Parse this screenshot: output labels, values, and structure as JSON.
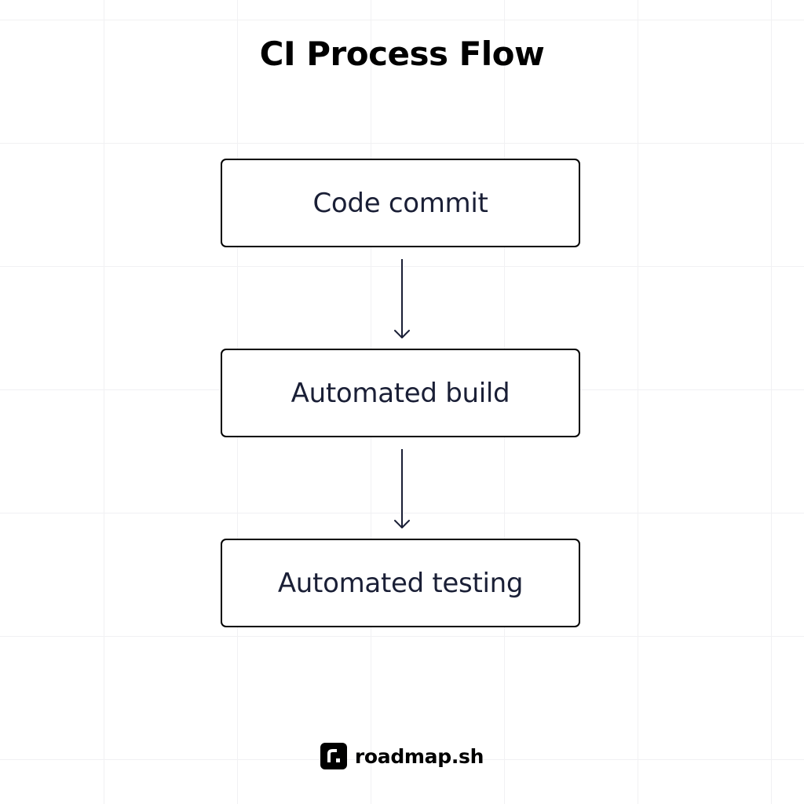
{
  "title": "CI Process Flow",
  "steps": [
    {
      "label": "Code commit"
    },
    {
      "label": "Automated build"
    },
    {
      "label": "Automated testing"
    }
  ],
  "connectors": [
    {
      "from": "Code commit",
      "to": "Automated build"
    },
    {
      "from": "Automated build",
      "to": "Automated testing"
    }
  ],
  "brand": {
    "name": "roadmap.sh",
    "logo_icon": "roadmap-logo-icon"
  },
  "colors": {
    "background": "#ffffff",
    "grid": "#f1f1f3",
    "border": "#000000",
    "text": "#1a1f36"
  }
}
